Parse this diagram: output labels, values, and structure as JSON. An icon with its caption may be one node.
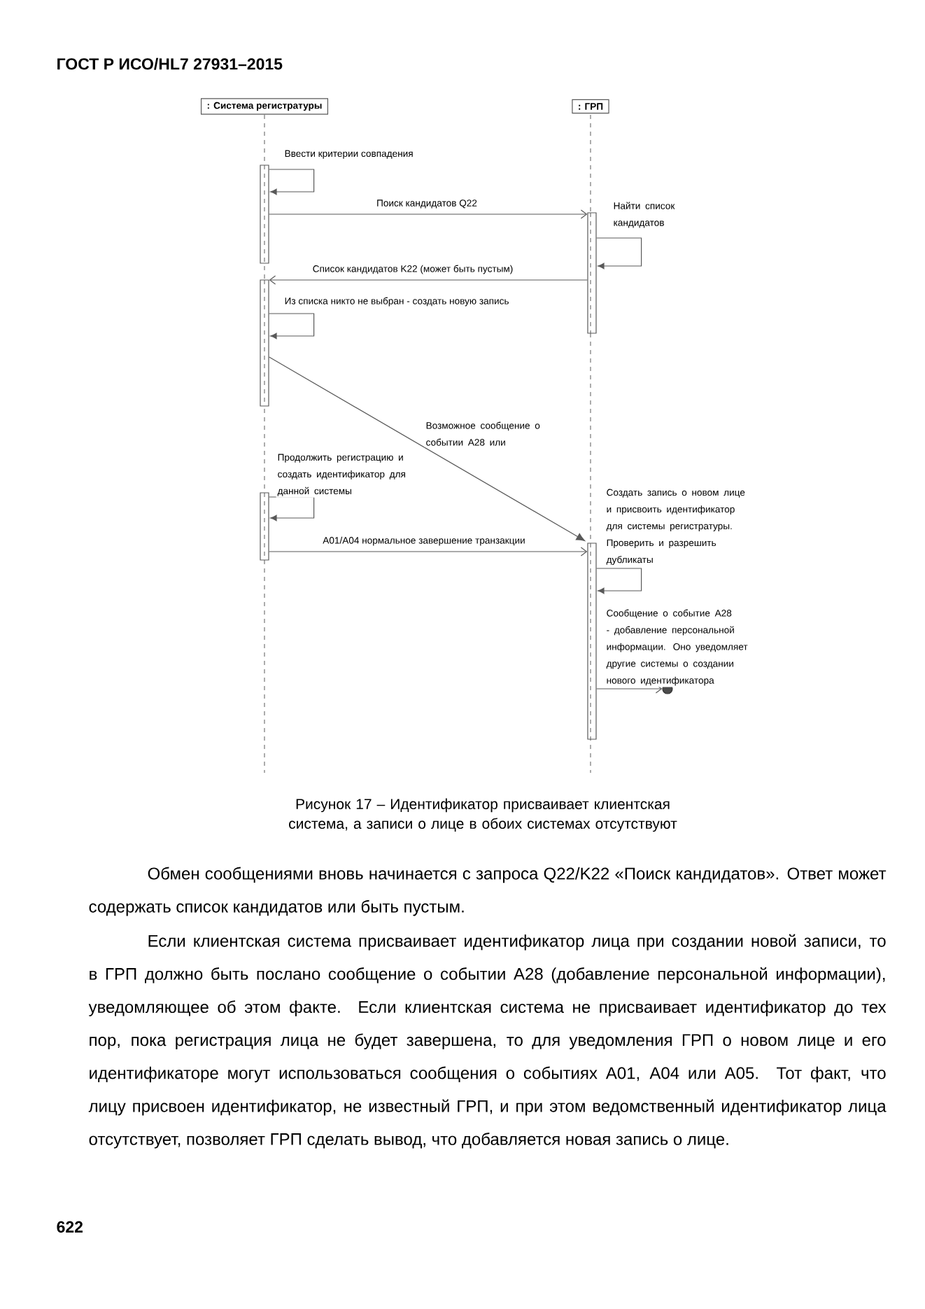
{
  "diagram": {
    "title": "ГОСТ Р ИСО/HL7 27931–2015",
    "caption": "Рисунок 17 – Идентификатор присваивает клиентская система, а записи о лице в обоих системах отсутствуют",
    "nodes": [
      {
        "text": [
          ": Система регистратуры"
        ]
      },
      {
        "text": [
          ": ГРП"
        ]
      },
      {
        "text": [],
        "shape": "bar"
      },
      {
        "text": [],
        "shape": "bar"
      },
      {
        "text": [],
        "shape": "bar"
      },
      {
        "text": [],
        "shape": "bar"
      },
      {
        "text": [],
        "shape": "bar"
      },
      {
        "text": [],
        "shape": "circle"
      }
    ],
    "edges": [
      {
        "from": 2,
        "to": 2,
        "arrow": "to",
        "label": "Ввести критерии совпадения"
      },
      {
        "from": 2,
        "to": 3,
        "arrow": "to",
        "label": "Поиск кандидатов Q22"
      },
      {
        "from": 3,
        "to": 3,
        "arrow": "to",
        "label": "Найти список кандидатов"
      },
      {
        "from": 3,
        "to": 4,
        "arrow": "to",
        "label": "Список кандидатов K22 (может быть пустым)"
      },
      {
        "from": 4,
        "to": 4,
        "arrow": "to",
        "label": "Из списка никто не выбран - создать новую запись"
      },
      {
        "from": 4,
        "to": 6,
        "arrow": "to",
        "label": "Возможное сообщение о событии А28 или"
      },
      {
        "from": 5,
        "to": 5,
        "arrow": "to",
        "label": "Продолжить регистрацию и создать идентификатор для данной системы"
      },
      {
        "from": 5,
        "to": 6,
        "arrow": "to",
        "label": "А01/А04 нормальное завершение транзакции"
      },
      {
        "from": 6,
        "to": 6,
        "arrow": "to",
        "label": "Создать запись о новом лице и присвоить идентификатор для системы регистратуры. Проверить и разрешить дубликаты"
      },
      {
        "from": 6,
        "to": 7,
        "arrow": "to",
        "label": "Сообщение о событие А28 - добавление персональной информации. Оно уведомляет другие системы о создании нового идентификатора"
      }
    ],
    "labels": [
      "Обмен сообщениями вновь начинается с запроса Q22/K22 «Поиск кандидатов». Ответ может содержать список кандидатов или быть пустым.",
      "Если клиентская система присваивает идентификатор лица при создании новой записи, то в ГРП должно быть послано сообщение о событии А28 (добавление персональной информации), уведомляющее об этом факте. Если клиентская система не присваивает идентификатор до тех пор, пока регистрация лица не будет завершена, то для уведомления ГРП о новом лице и его идентификаторе могут использоваться сообщения о событиях А01, А04 или А05. Тот факт, что лицу присвоен идентификатор, не известный ГРП, и при этом ведомственный идентификатор лица отсутствует, позволяет ГРП сделать вывод, что добавляется новая запись о лице.",
      "622"
    ]
  }
}
